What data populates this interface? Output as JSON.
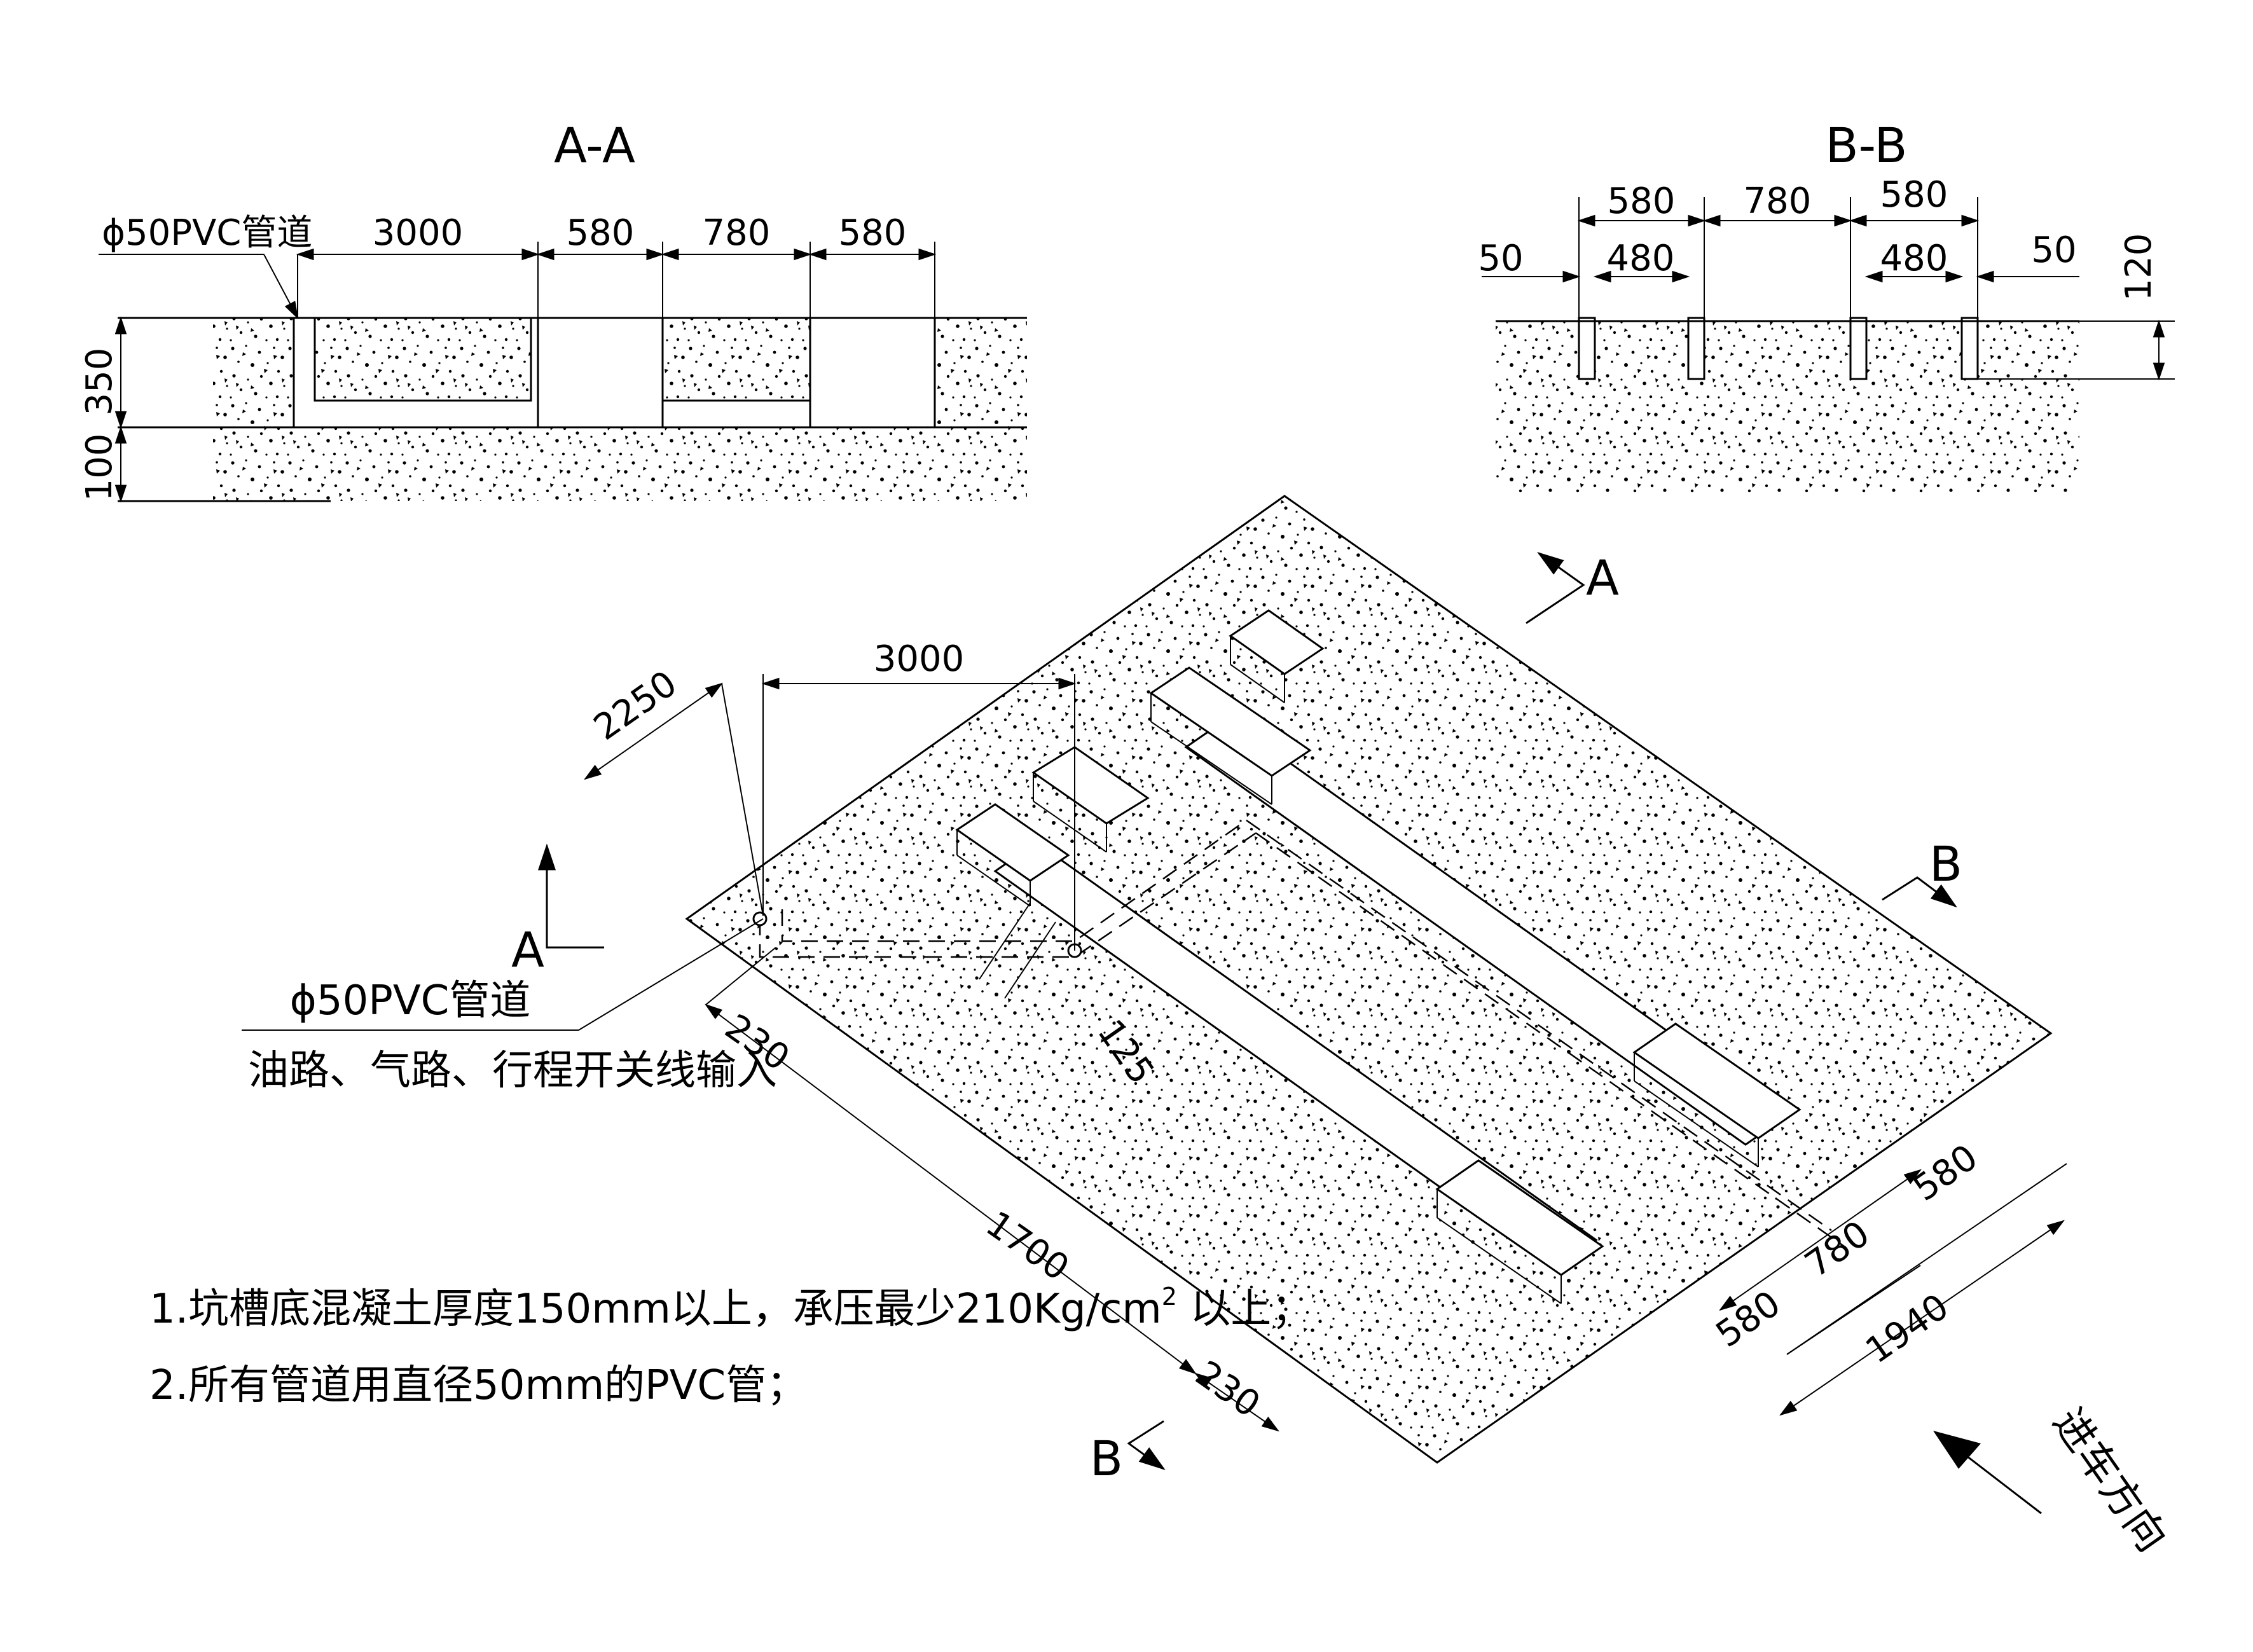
{
  "section_aa": {
    "title": "A-A",
    "pipe_label": "ϕ50PVC管道",
    "dims": {
      "d3000": "3000",
      "d580a": "580",
      "d780": "780",
      "d580b": "580",
      "d350": "350",
      "d100": "100"
    }
  },
  "section_bb": {
    "title": "B-B",
    "dims": {
      "d580a": "580",
      "d780": "780",
      "d580b": "580",
      "d50a": "50",
      "d480a": "480",
      "d480b": "480",
      "d50b": "50",
      "d120": "120"
    }
  },
  "plan": {
    "dims": {
      "d3000": "3000",
      "d2250": "2250",
      "d230a": "230",
      "d125": "125",
      "d1700": "1700",
      "d230b": "230",
      "d580a": "580",
      "d780": "780",
      "d580b": "580",
      "d1940": "1940"
    },
    "pipe_label": "ϕ50PVC管道",
    "pipe_sub": "油路、气路、行程开关线输入",
    "section_marks": {
      "a_top": "A",
      "a_left": "A",
      "b_right": "B",
      "b_bottom": "B"
    },
    "direction_label": "进车方向"
  },
  "notes": {
    "line1": "1.坑槽底混凝土厚度150mm以上，承压最少210Kg/cm",
    "line1_sup": "2",
    "line1_tail": " 以上；",
    "line2": "2.所有管道用直径50mm的PVC管；"
  },
  "colors": {
    "ink": "#000000",
    "paper": "#ffffff"
  }
}
